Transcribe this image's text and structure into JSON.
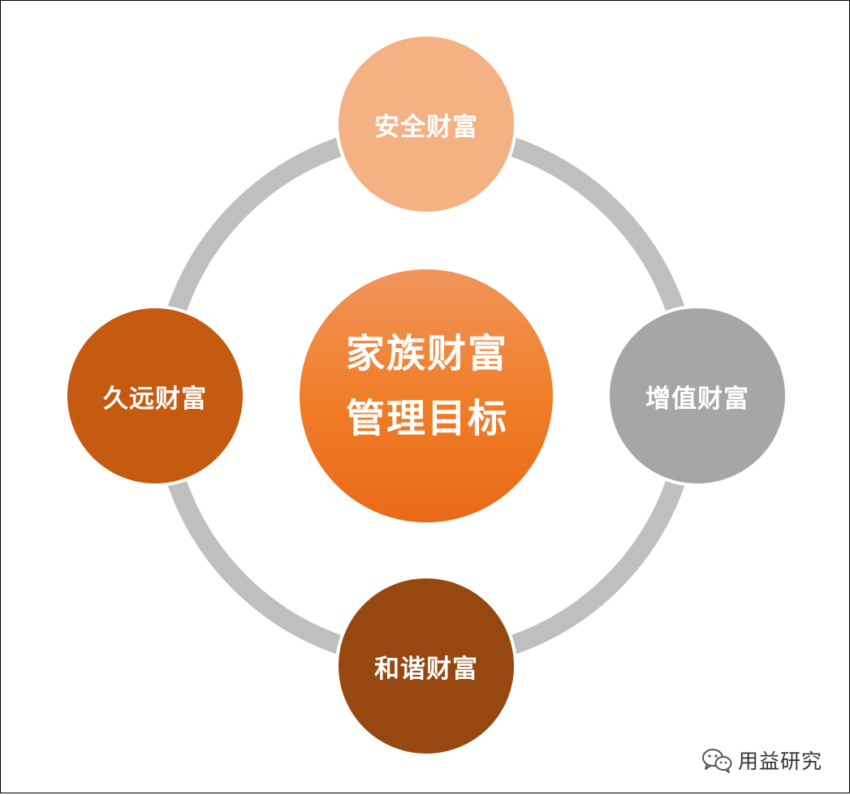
{
  "diagram": {
    "center": {
      "line1": "家族财富",
      "line2": "管理目标"
    },
    "nodes": {
      "top": "安全财富",
      "right": "增值财富",
      "bottom": "和谐财富",
      "left": "久远财富"
    }
  },
  "watermark": {
    "text": "用益研究"
  },
  "colors": {
    "ring": "#bfbfbf",
    "top": "#f4b183",
    "right": "#a6a6a6",
    "bottom": "#974710",
    "left": "#c55a11",
    "center_top": "#f0955a",
    "center_bottom": "#e86c1a"
  }
}
